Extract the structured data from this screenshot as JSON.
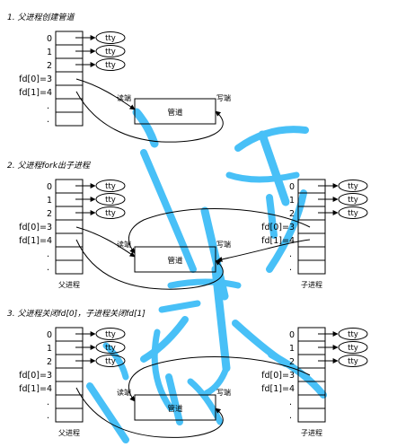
{
  "watermark": {
    "color": "#29b6f6"
  },
  "colors": {
    "ink": "#000000",
    "paper": "#ffffff"
  },
  "sections": [
    {
      "title": "1. 父进程创建管道",
      "fd_labels": [
        "0",
        "1",
        "2",
        "fd[0]=3",
        "fd[1]=4",
        ".",
        "."
      ],
      "tty": "tty",
      "read_label": "读端",
      "write_label": "写端",
      "pipe_label": "管道"
    },
    {
      "title": "2. 父进程fork出子进程",
      "fd_labels": [
        "0",
        "1",
        "2",
        "fd[0]=3",
        "fd[1]=4",
        ".",
        "."
      ],
      "child_fd_labels": [
        "0",
        "1",
        "2",
        "fd[0]=3",
        "fd[1]=4",
        ".",
        "."
      ],
      "tty": "tty",
      "read_label": "读端",
      "write_label": "写端",
      "pipe_label": "管道",
      "parent_label": "父进程",
      "child_label": "子进程"
    },
    {
      "title": "3. 父进程关闭fd[0]，子进程关闭fd[1]",
      "fd_labels": [
        "0",
        "1",
        "2",
        "fd[0]=3",
        "fd[1]=4",
        ".",
        "."
      ],
      "child_fd_labels": [
        "0",
        "1",
        "2",
        "fd[0]=3",
        "fd[1]=4",
        ".",
        "."
      ],
      "tty": "tty",
      "read_label": "读端",
      "write_label": "写端",
      "pipe_label": "管道",
      "parent_label": "父进程",
      "child_label": "子进程"
    }
  ]
}
